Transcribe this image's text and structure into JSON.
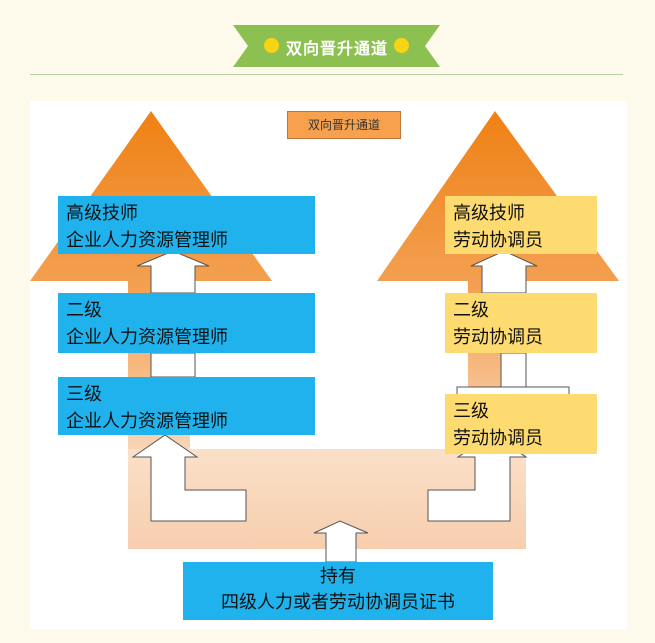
{
  "header": {
    "banner_title": "双向晋升通道"
  },
  "diagram": {
    "title": "双向晋升通道",
    "left_track": [
      {
        "line1": "高级技师",
        "line2": "企业人力资源管理师"
      },
      {
        "line1": "二级",
        "line2": "企业人力资源管理师"
      },
      {
        "line1": "三级",
        "line2": "企业人力资源管理师"
      }
    ],
    "right_track": [
      {
        "line1": "高级技师",
        "line2": "劳动协调员"
      },
      {
        "line1": "二级",
        "line2": "劳动协调员"
      },
      {
        "line1": "三级",
        "line2": "劳动协调员"
      }
    ],
    "base": {
      "line1": "持有",
      "line2": "四级人力或者劳动协调员证书"
    },
    "colors": {
      "left_box": "#1fb2ec",
      "right_box": "#fddb70",
      "arrow_orange": "#f08a1e",
      "banner_green": "#8cc152",
      "banner_dot": "#f7d414"
    }
  }
}
